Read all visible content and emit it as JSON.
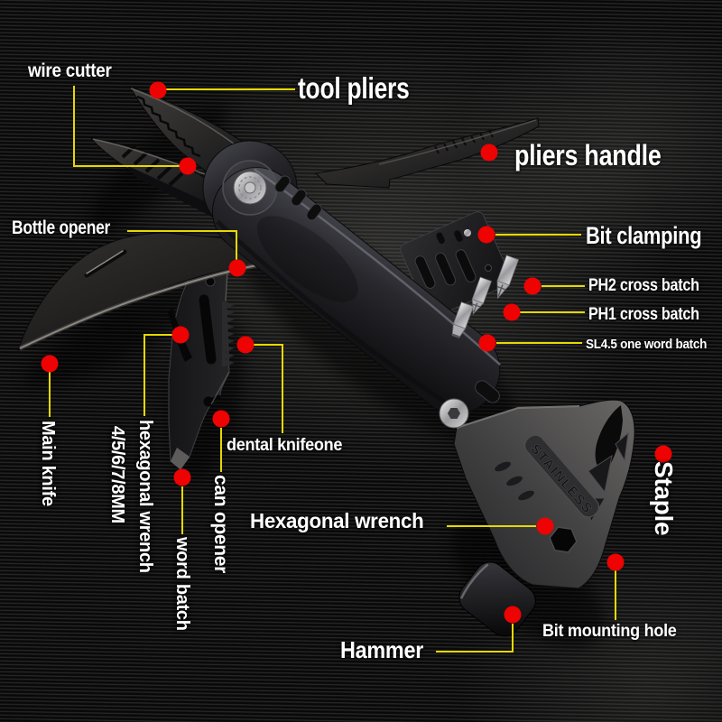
{
  "image_type": "annotated multi-tool product diagram",
  "colors": {
    "background": "#050505",
    "label_text": "#ffffff",
    "marker_dot": "#ee0202",
    "connector_line": "#e6d900"
  },
  "tool": {
    "engraving_text": "STAINLESS"
  },
  "labels": {
    "wire_cutter": "wire cutter",
    "tool_pliers": "tool pliers",
    "pliers_handle": "pliers handle",
    "bit_clamping": "Bit clamping",
    "ph2": "PH2 cross batch",
    "ph1": "PH1 cross batch",
    "sl45": "SL4.5 one word batch",
    "bottle_opener": "Bottle opener",
    "main_knife": "Main knife",
    "hex_wrench_line1": "hexagonal wrench",
    "hex_wrench_line2": "4/5/6/7/8MM",
    "dental_knife": "dental knifeone",
    "can_opener": "can opener",
    "word_batch": "word batch",
    "hexagonal_wrench": "Hexagonal wrench",
    "staple": "Staple",
    "bit_mounting_hole": "Bit mounting hole",
    "hammer": "Hammer"
  }
}
